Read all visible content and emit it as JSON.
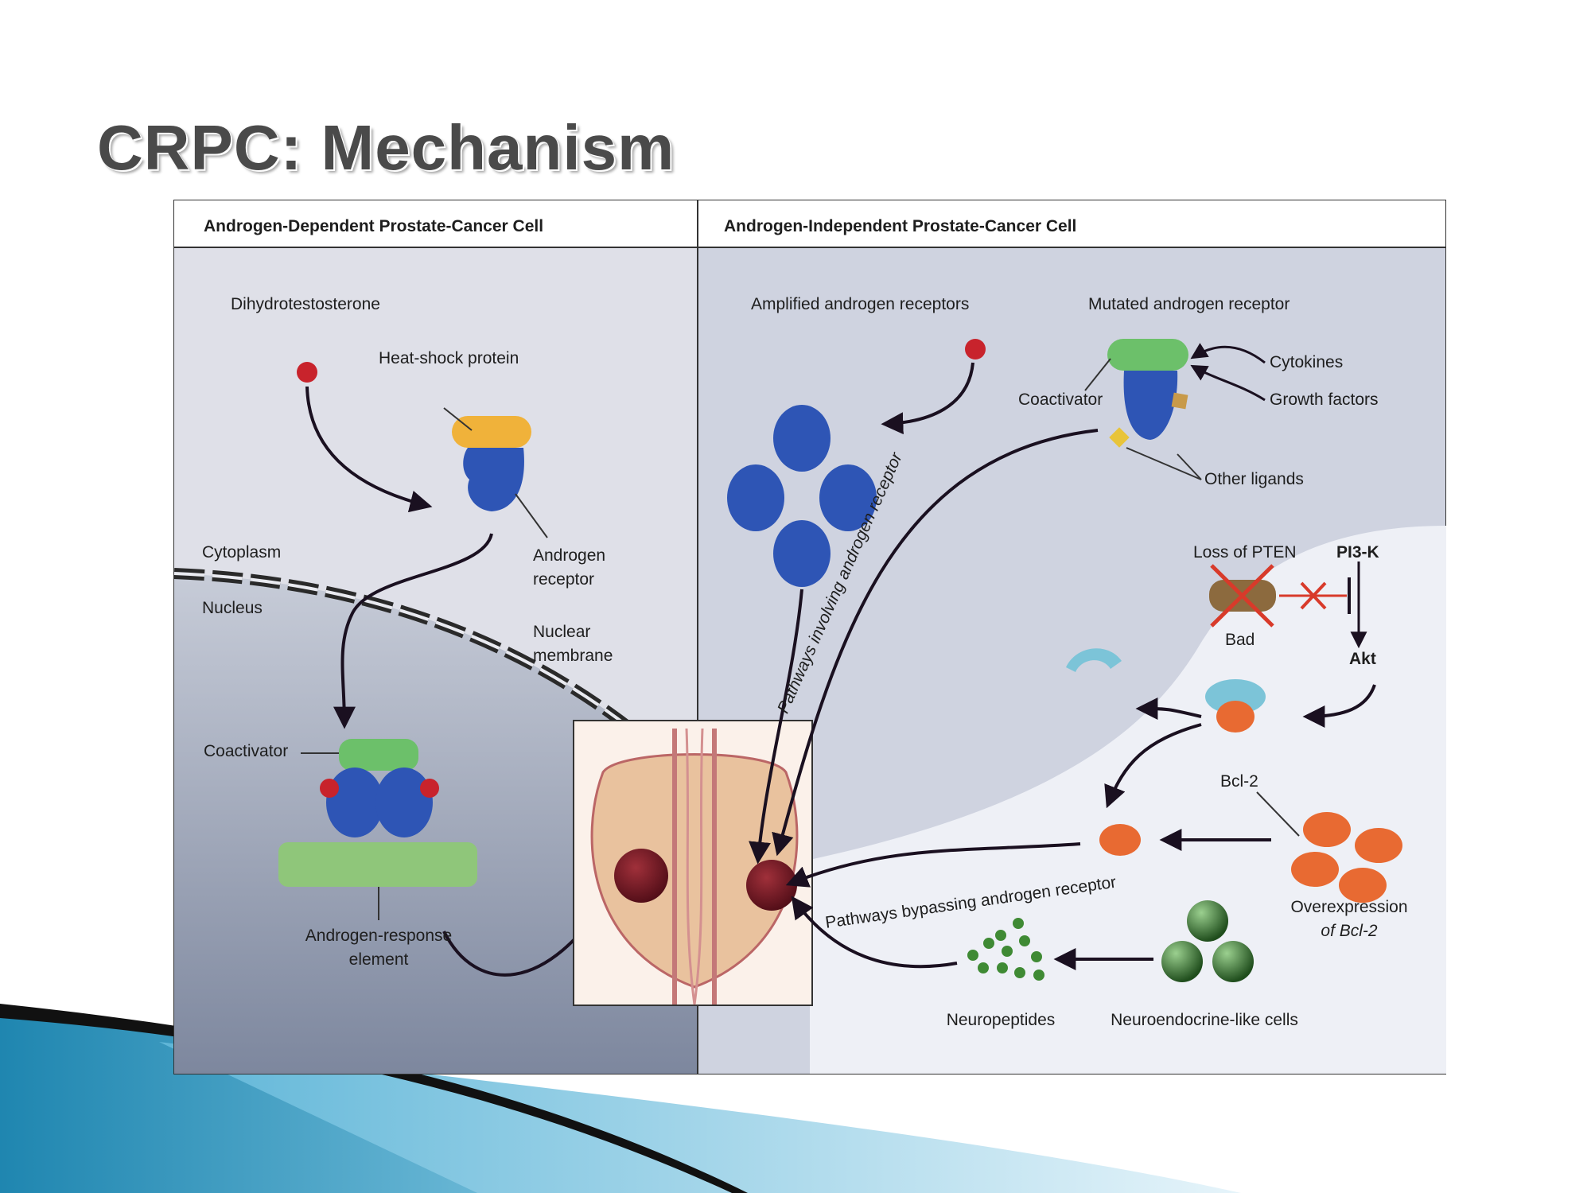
{
  "slide": {
    "title": "CRPC: Mechanism"
  },
  "colors": {
    "receptor": "#2e55b5",
    "heat_shock": "#f0b23a",
    "coactivator": "#6cc06a",
    "androgen": "#c8232c",
    "bcl2": "#e86a32",
    "bad": "#7cc4d8",
    "neuro": "#2e6b2a",
    "tumor": "#6a1422",
    "inhibition": "#d83a2a"
  },
  "panels": {
    "left": {
      "header": "Androgen-Dependent Prostate-Cancer Cell",
      "labels": {
        "dht": "Dihydrotestosterone",
        "hsp": "Heat-shock protein",
        "ar_1": "Androgen",
        "ar_2": "receptor",
        "cytoplasm": "Cytoplasm",
        "nucleus": "Nucleus",
        "membrane_1": "Nuclear",
        "membrane_2": "membrane",
        "coactivator": "Coactivator",
        "are_1": "Androgen-response",
        "are_2": "element"
      }
    },
    "right": {
      "header": "Androgen-Independent Prostate-Cancer Cell",
      "labels": {
        "amplified": "Amplified androgen receptors",
        "mutated": "Mutated androgen receptor",
        "coactivator": "Coactivator",
        "cytokines": "Cytokines",
        "growth": "Growth factors",
        "ligands": "Other ligands",
        "pathways_ar": "Pathways involving androgen receptor",
        "loss_pten": "Loss of PTEN",
        "pi3k": "PI3-K",
        "bad": "Bad",
        "akt": "Akt",
        "bcl2": "Bcl-2",
        "pathways_bypass": "Pathways bypassing androgen receptor",
        "overexp_1": "Overexpression",
        "overexp_2": "of Bcl-2",
        "neuropeptides": "Neuropeptides",
        "neuroendocrine": "Neuroendocrine-like cells"
      }
    }
  }
}
